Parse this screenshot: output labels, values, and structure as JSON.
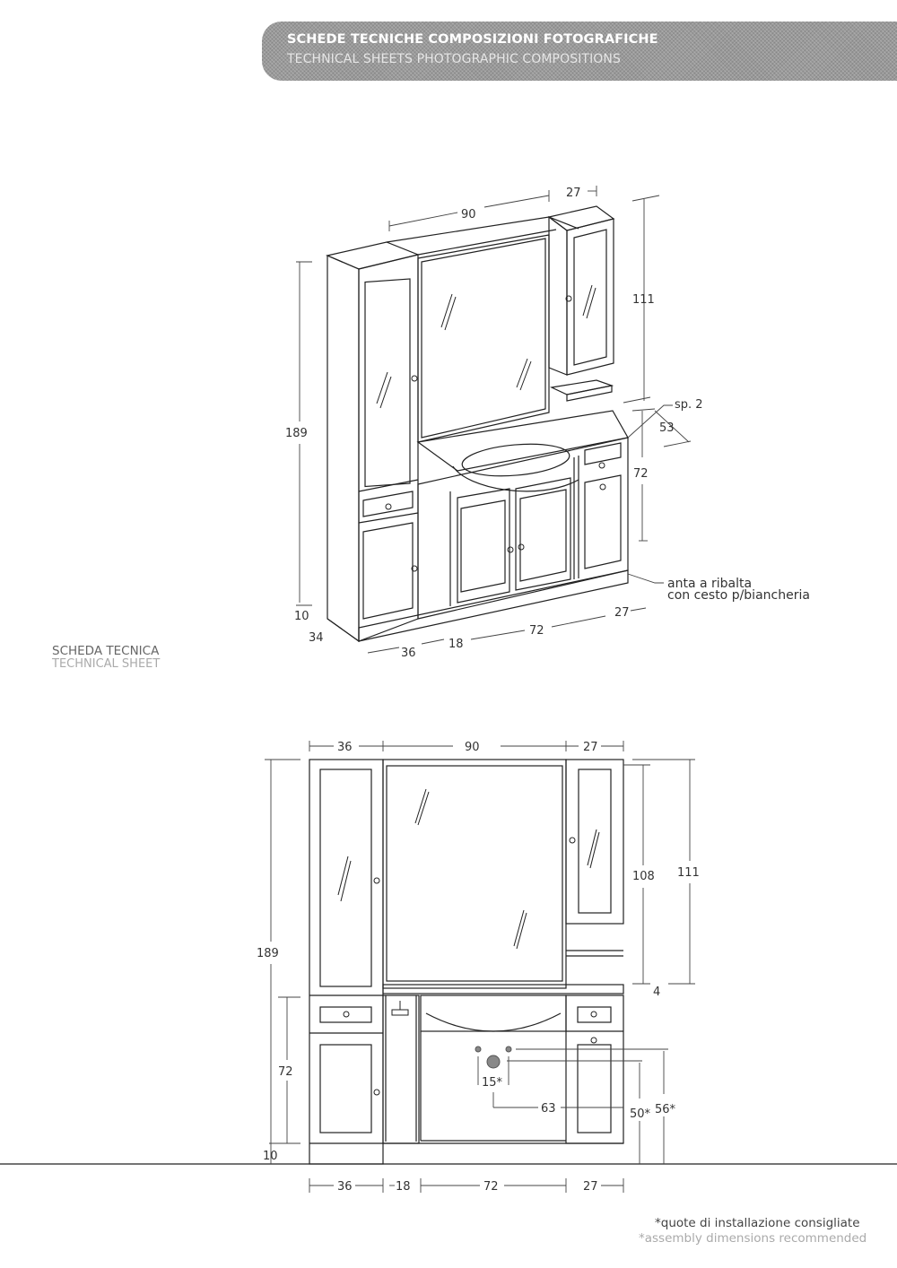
{
  "header": {
    "title": "SCHEDE TECNICHE COMPOSIZIONI FOTOGRAFICHE",
    "subtitle": "TECHNICAL SHEETS PHOTOGRAPHIC COMPOSITIONS"
  },
  "section_label": {
    "title": "SCHEDA TECNICA",
    "subtitle": "TECHNICAL SHEET"
  },
  "perspective_view": {
    "dimensions": {
      "mirror_width": "90",
      "right_wall_unit_width": "27",
      "wall_unit_height": "111",
      "total_height": "189",
      "top_thickness": "sp. 2",
      "depth_top": "53",
      "base_height": "72",
      "plinth_height": "10",
      "column_depth": "34",
      "column_width": "36",
      "open_shelf_width": "18",
      "vanity_width": "72",
      "right_base_width": "27"
    },
    "annotation_line1": "anta a ribalta",
    "annotation_line2": "con cesto p/biancheria"
  },
  "front_view": {
    "top_dimensions": [
      "36",
      "90",
      "27"
    ],
    "bottom_dimensions": [
      "36",
      "18",
      "72",
      "27"
    ],
    "total_height": "189",
    "base_height": "72",
    "plinth_height": "10",
    "mirror_height": "108",
    "wall_unit_height": "111",
    "gap": "4",
    "drain_spacing": "15*",
    "drain_offset": "63",
    "drain_height": "50*",
    "supply_height": "56*"
  },
  "notes": {
    "italian": "*quote di installazione consigliate",
    "english": "*assembly dimensions recommended"
  }
}
